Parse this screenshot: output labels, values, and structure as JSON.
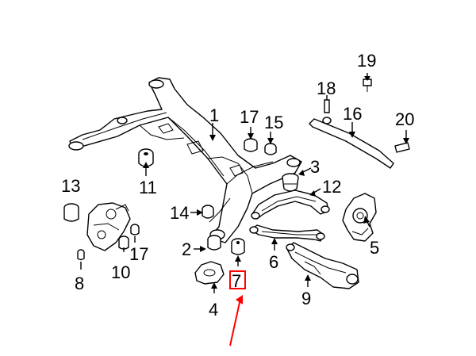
{
  "callouts": {
    "c1": "1",
    "c2": "2",
    "c3": "3",
    "c4": "4",
    "c5": "5",
    "c6": "6",
    "c7": "7",
    "c8": "8",
    "c9": "9",
    "c10": "10",
    "c11": "11",
    "c12": "12",
    "c13": "13",
    "c14": "14",
    "c15": "15",
    "c16": "16",
    "c17a": "17",
    "c17b": "17",
    "c18": "18",
    "c19": "19",
    "c20": "20"
  },
  "highlight": {
    "box_color": "#ff0000",
    "arrow_color": "#ff0000",
    "target_callout": "7"
  }
}
